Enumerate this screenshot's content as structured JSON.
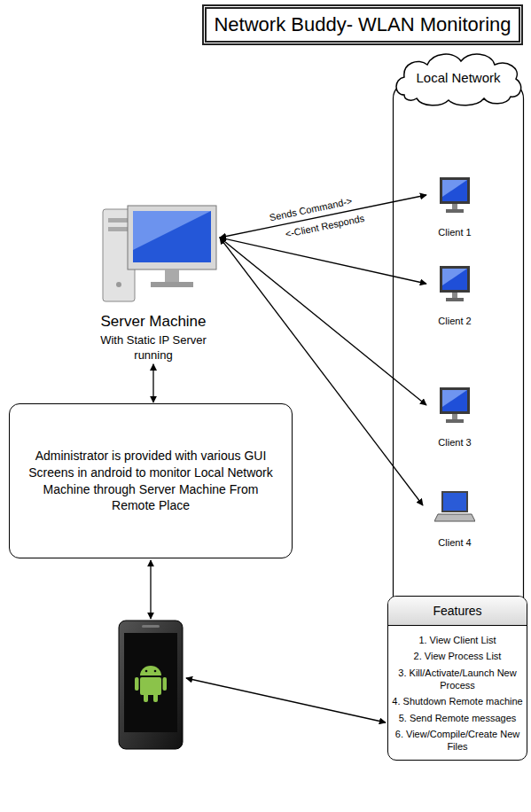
{
  "diagram": {
    "title": "Network Buddy- WLAN Monitoring",
    "nodes": [
      {
        "text": [
          "Local Network"
        ]
      },
      {
        "text": [
          "Client 1"
        ],
        "in": 0
      },
      {
        "text": [
          "Client 2"
        ],
        "in": 0
      },
      {
        "text": [
          "Client 3"
        ],
        "in": 0
      },
      {
        "text": [
          "Client 4"
        ],
        "in": 0
      },
      {
        "text": [
          "Server Machine",
          "With Static IP Server running"
        ]
      },
      {
        "text": [
          "Administrator is provided with various GUI Screens in android to monitor Local Network Machine through Server Machine From Remote Place"
        ]
      },
      {
        "text": [
          "Features",
          "1. View Client List",
          "2. View Process List",
          "3. Kill/Activate/Launch New Process",
          "4. Shutdown Remote machine",
          "5. Send Remote messages",
          "6. View/Compile/Create New Files"
        ]
      }
    ],
    "edges": [
      {
        "from": 5,
        "to": 1,
        "arrow": "both",
        "label": "Sends Command->"
      },
      {
        "from": 5,
        "to": 2,
        "arrow": "both"
      },
      {
        "from": 5,
        "to": 3,
        "arrow": "both"
      },
      {
        "from": 5,
        "to": 4,
        "arrow": "both"
      },
      {
        "from": 5,
        "to": 6,
        "arrow": "both"
      }
    ],
    "labels": [
      "<-Client Responds"
    ]
  }
}
